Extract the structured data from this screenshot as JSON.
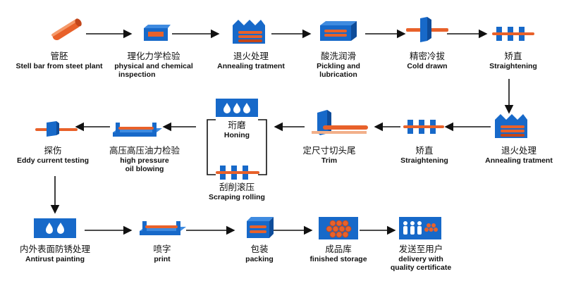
{
  "colors": {
    "blue": "#1769c9",
    "blue_dark": "#0e4c9a",
    "orange": "#e8612a",
    "orange_dark": "#c2461a",
    "arrow": "#111111"
  },
  "steps": [
    {
      "zh": "管胚",
      "en": "Stell bar from steet plant",
      "icon": "steel-bar-icon"
    },
    {
      "zh": "理化力学检验",
      "en": "physical and chemical",
      "en2": "inspection",
      "icon": "inspection-block-icon"
    },
    {
      "zh": "退火处理",
      "en": "Annealing tratment",
      "icon": "annealing-furnace-icon"
    },
    {
      "zh": "酸洗润滑",
      "en": "Pickling and",
      "en2": "lubrication",
      "icon": "pickling-tank-icon"
    },
    {
      "zh": "精密冷拔",
      "en": "Cold drawn",
      "icon": "cold-drawn-die-icon"
    },
    {
      "zh": "矫直",
      "en": "Straightening",
      "icon": "straightening-rollers-icon"
    },
    {
      "zh": "退火处理",
      "en": "Annealing tratment",
      "icon": "annealing-furnace-icon"
    },
    {
      "zh": "矫直",
      "en": "Straightening",
      "icon": "straightening-rollers-icon"
    },
    {
      "zh": "定尺寸切头尾",
      "en": "Trim",
      "icon": "trim-cutter-icon"
    },
    {
      "zh": "珩磨",
      "en": "Honing",
      "icon": "honing-droplets-icon"
    },
    {
      "zh": "刮削滚压",
      "en": "Scraping rolling",
      "icon": "scraping-rollers-icon"
    },
    {
      "zh": "高压高压油力检验",
      "en": "high pressure",
      "en2": "oil blowing",
      "icon": "pressure-test-bench-icon"
    },
    {
      "zh": "探伤",
      "en": "Eddy current testing",
      "icon": "eddy-current-icon"
    },
    {
      "zh": "内外表面防锈处理",
      "en": "Antirust painting",
      "icon": "antirust-droplets-icon"
    },
    {
      "zh": "喷字",
      "en": "print",
      "icon": "print-bench-icon"
    },
    {
      "zh": "包装",
      "en": "packing",
      "icon": "packing-bundle-icon"
    },
    {
      "zh": "成品库",
      "en": "finished storage",
      "icon": "storage-pipes-icon"
    },
    {
      "zh": "发送至用户",
      "en": "delivery with",
      "en2": "quality certificate",
      "icon": "delivery-people-icon"
    }
  ]
}
